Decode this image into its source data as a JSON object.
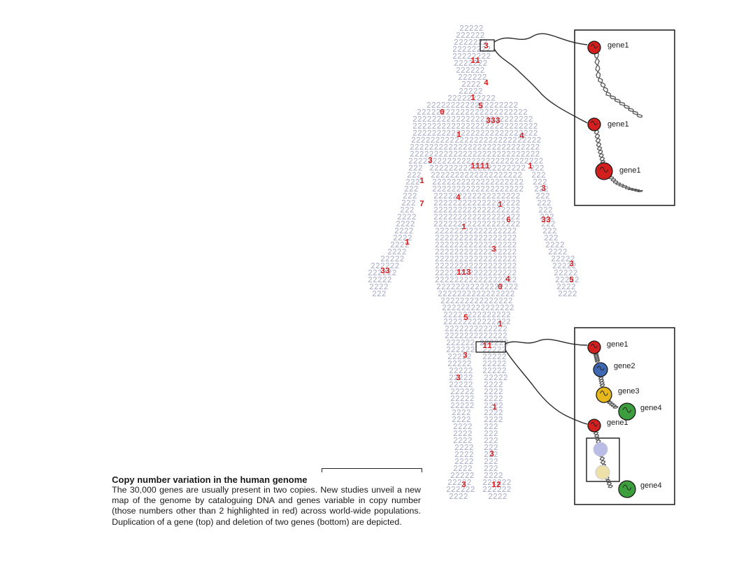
{
  "caption": {
    "title": "Copy number variation in the human genome",
    "text": "The 30,000 genes are usually present in two copies. New studies unveil a new map of the genome by cataloguing DNA and genes variable in copy number (those numbers other than 2 highlighted in red) across world-wide populations. Duplication of a gene (top) and deletion of two genes (bottom) are depicted."
  },
  "figure": {
    "background_digit": "2",
    "highlighted_values": [
      "3",
      "11",
      "4",
      "1",
      "5",
      "0",
      "333",
      "1",
      "4",
      "3",
      "1111",
      "1",
      "1",
      "3",
      "7",
      "4",
      "1",
      "6",
      "33",
      "1",
      "1",
      "3",
      "33",
      "113",
      "5",
      "4",
      "3",
      "0",
      "5",
      "1",
      "11",
      "3",
      "3",
      "1",
      "3",
      "3",
      "12"
    ],
    "top_panel": {
      "genes": [
        {
          "label": "gene1",
          "color": "#d41f1f"
        },
        {
          "label": "gene1",
          "color": "#d41f1f"
        },
        {
          "label": "gene1",
          "color": "#d41f1f"
        }
      ]
    },
    "bottom_panel": {
      "genes": [
        {
          "label": "gene1",
          "color": "#d41f1f"
        },
        {
          "label": "gene2",
          "color": "#3f68b3"
        },
        {
          "label": "gene3",
          "color": "#e6b81e"
        },
        {
          "label": "gene4",
          "color": "#3d9e3d"
        },
        {
          "label": "gene1",
          "color": "#d41f1f"
        },
        {
          "label": "gene4",
          "color": "#3d9e3d"
        }
      ],
      "deleted_colors": [
        "#b9bde6",
        "#ede1a8"
      ]
    },
    "colors": {
      "digit_grey": "#a9acc9",
      "digit_red": "#d42020",
      "outline": "#1a1a1a"
    }
  }
}
